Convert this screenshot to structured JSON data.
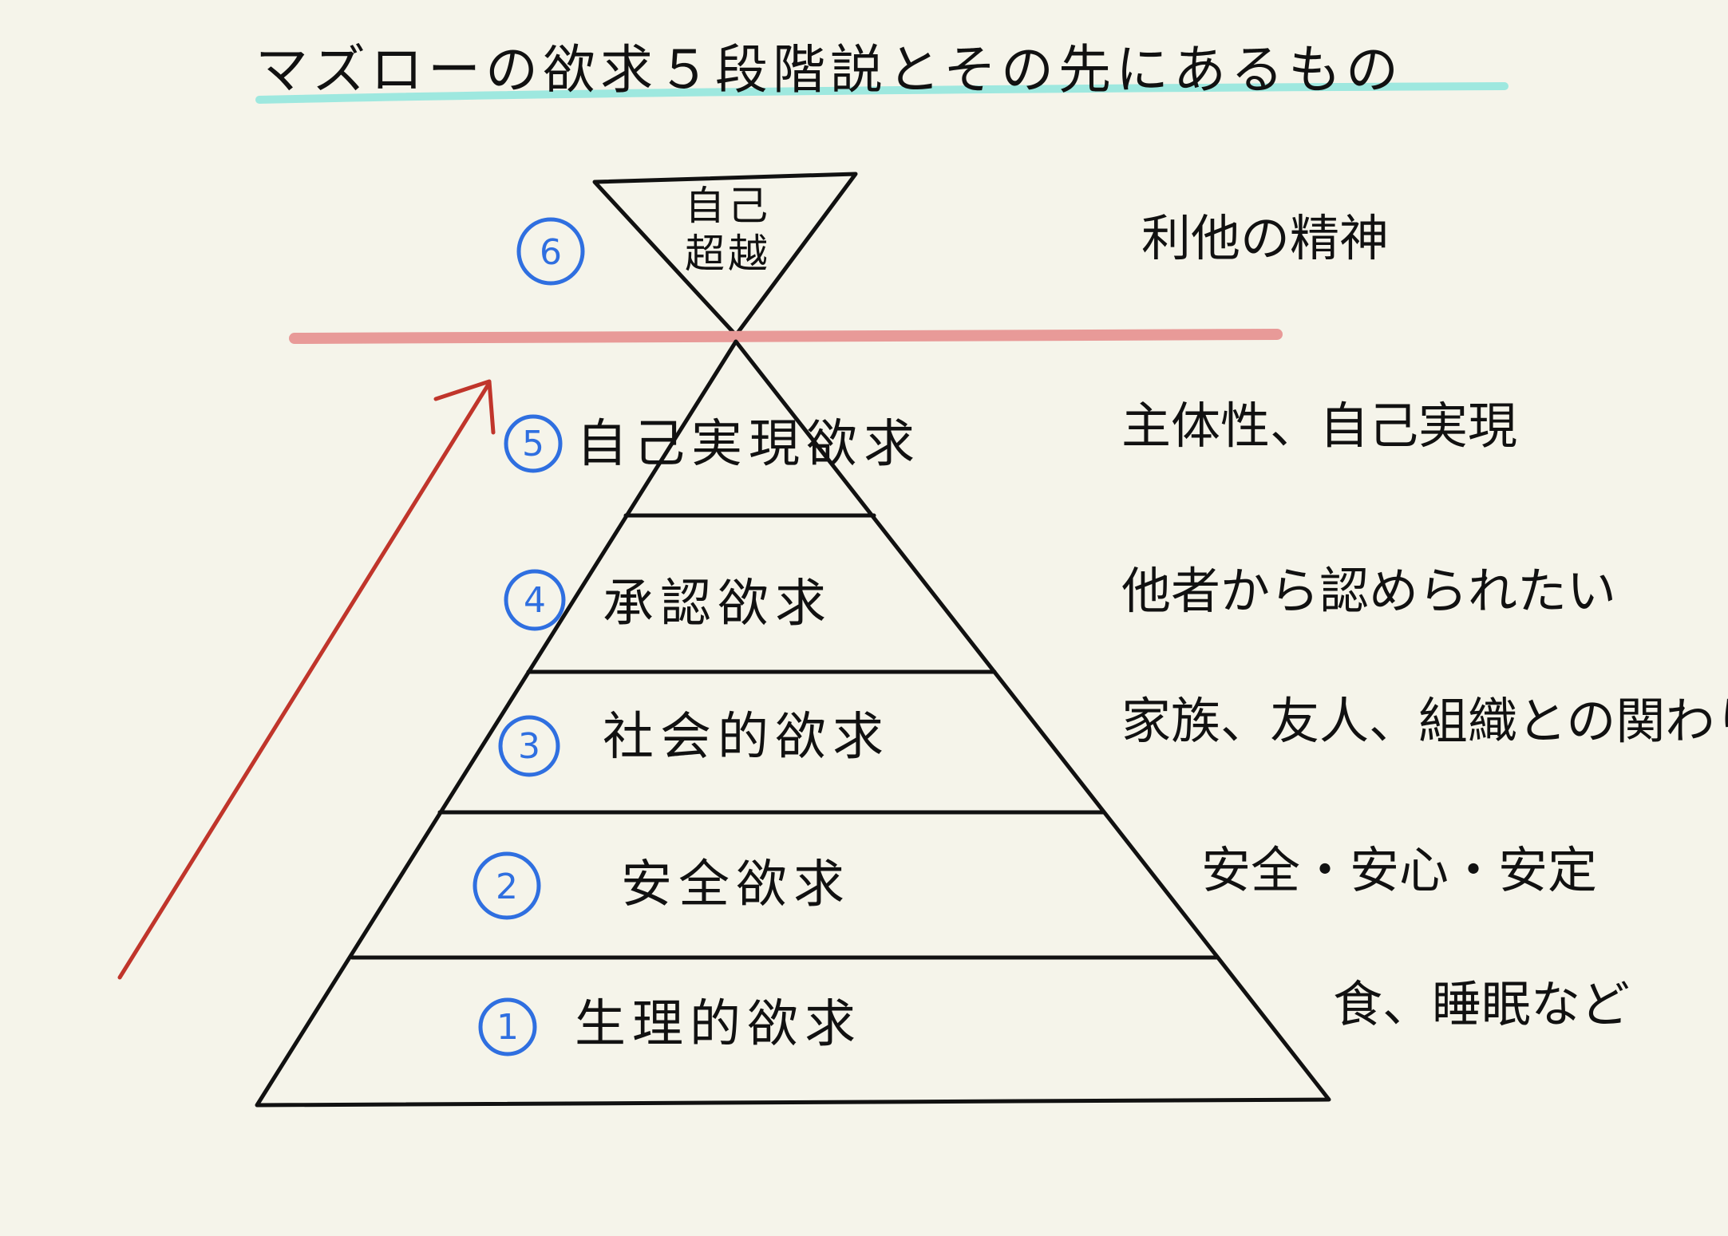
{
  "title": "マズローの欲求５段階説とその先にあるもの",
  "colors": {
    "background": "#f5f4ea",
    "title_underline": "#9ee8df",
    "divider": "#e89a98",
    "arrow": "#c0352b",
    "number_circle": "#2f6fe0",
    "ink": "#111111"
  },
  "levels": [
    {
      "number": "⑥",
      "name_line1": "自己",
      "name_line2": "超越",
      "description": "利他の精神"
    },
    {
      "number": "⑤",
      "name": "自己実現欲求",
      "description": "主体性、自己実現"
    },
    {
      "number": "④",
      "name": "承認欲求",
      "description": "他者から認められたい"
    },
    {
      "number": "③",
      "name": "社会的欲求",
      "description": "家族、友人、組織との関わり"
    },
    {
      "number": "②",
      "name": "安全欲求",
      "description": "安全・安心・安定"
    },
    {
      "number": "①",
      "name": "生理的欲求",
      "description": "食、睡眠など"
    }
  ]
}
